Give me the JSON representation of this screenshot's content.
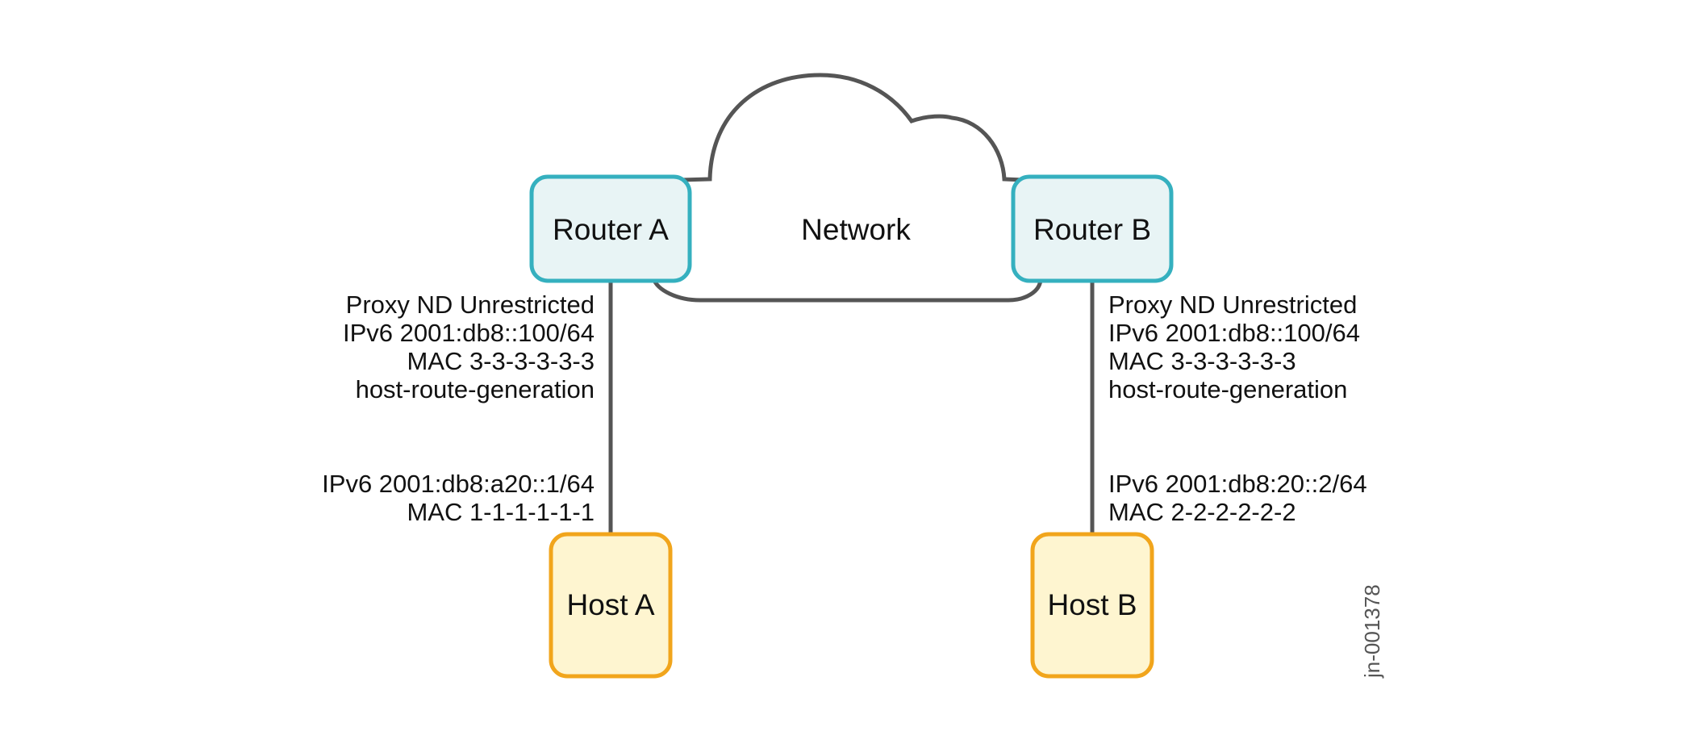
{
  "network": {
    "label": "Network"
  },
  "router_a": {
    "label": "Router A",
    "info": [
      "Proxy ND Unrestricted",
      "IPv6 2001:db8::100/64",
      "MAC 3-3-3-3-3-3",
      "host-route-generation"
    ]
  },
  "router_b": {
    "label": "Router B",
    "info": [
      "Proxy ND Unrestricted",
      "IPv6 2001:db8::100/64",
      "MAC 3-3-3-3-3-3",
      "host-route-generation"
    ]
  },
  "host_a": {
    "label": "Host A",
    "info": [
      "IPv6 2001:db8:a20::1/64",
      "MAC 1-1-1-1-1-1"
    ]
  },
  "host_b": {
    "label": "Host B",
    "info": [
      "IPv6 2001:db8:20::2/64",
      "MAC 2-2-2-2-2-2"
    ]
  },
  "figure_id": "jn-001378",
  "colors": {
    "router_border": "#35b0bf",
    "router_fill": "#e8f4f5",
    "host_border": "#f1a51c",
    "host_fill": "#fef5d0",
    "line": "#555555"
  }
}
